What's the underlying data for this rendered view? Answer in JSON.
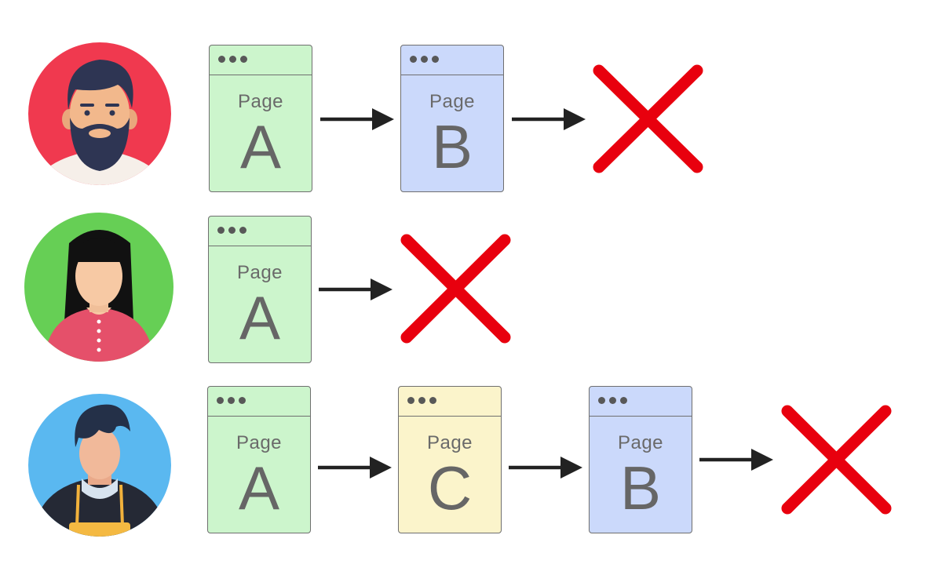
{
  "colors": {
    "green_page": "#ccf5cc",
    "blue_page": "#cbd9fb",
    "yellow_page": "#fbf4cb",
    "arrow": "#222222",
    "cross": "#e8000e"
  },
  "rows": [
    {
      "user": {
        "icon": "bearded-man-avatar-icon",
        "bg": "#f0394f"
      },
      "pages": [
        {
          "label": "Page",
          "letter": "A",
          "color": "green"
        },
        {
          "label": "Page",
          "letter": "B",
          "color": "blue"
        }
      ],
      "end": "cross-icon"
    },
    {
      "user": {
        "icon": "woman-avatar-icon",
        "bg": "#66cf55"
      },
      "pages": [
        {
          "label": "Page",
          "letter": "A",
          "color": "green"
        }
      ],
      "end": "cross-icon"
    },
    {
      "user": {
        "icon": "hooded-man-avatar-icon",
        "bg": "#5ab8f0"
      },
      "pages": [
        {
          "label": "Page",
          "letter": "A",
          "color": "green"
        },
        {
          "label": "Page",
          "letter": "C",
          "color": "yellow"
        },
        {
          "label": "Page",
          "letter": "B",
          "color": "blue"
        }
      ],
      "end": "cross-icon"
    }
  ]
}
